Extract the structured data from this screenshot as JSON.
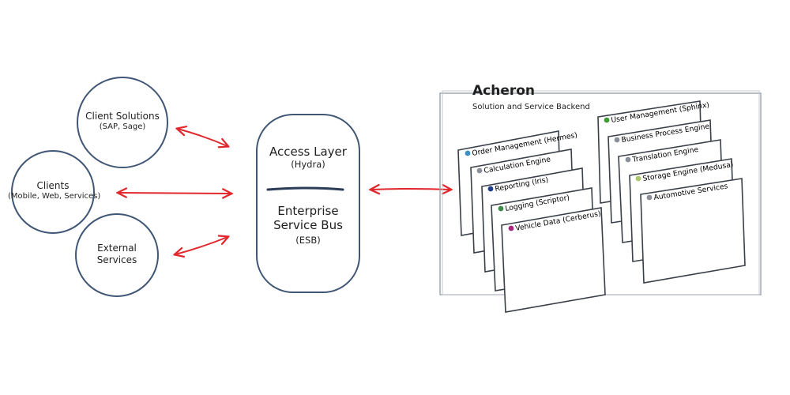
{
  "clients": [
    {
      "title": "Client Solutions",
      "subtitle": "(SAP, Sage)"
    },
    {
      "title": "Clients",
      "subtitle": "(Mobile, Web, Services)"
    },
    {
      "title": "External",
      "subtitle": "Services"
    }
  ],
  "hub": {
    "access_title": "Access Layer",
    "access_sub": "(Hydra)",
    "esb_line1": "Enterprise",
    "esb_line2": "Service Bus",
    "esb_abbr": "(ESB)"
  },
  "backend": {
    "title": "Acheron",
    "subtitle": "Solution and Service Backend",
    "left_cards": [
      {
        "label": "Order Management (Hermes)",
        "dot": "#3a8fc7"
      },
      {
        "label": "Calculation Engine",
        "dot": "#8a8f99"
      },
      {
        "label": "Reporting (Iris)",
        "dot": "#1f3f8a"
      },
      {
        "label": "Logging (Scriptor)",
        "dot": "#3d8a4a"
      },
      {
        "label": "Vehicle Data (Cerberus)",
        "dot": "#a3267f"
      }
    ],
    "right_cards": [
      {
        "label": "User Management (Sphinx)",
        "dot": "#3f9a33"
      },
      {
        "label": "Business Process Engine",
        "dot": "#8a8f99"
      },
      {
        "label": "Translation Engine",
        "dot": "#8a8f99"
      },
      {
        "label": "Storage Engine (Medusa)",
        "dot": "#a7c86a"
      },
      {
        "label": "Automotive Services",
        "dot": "#8a8f99"
      }
    ]
  },
  "colors": {
    "outline": "#3f5675",
    "arrow": "#e0282d",
    "card_border": "#3a3f48",
    "frame": "#9ba3ad"
  }
}
